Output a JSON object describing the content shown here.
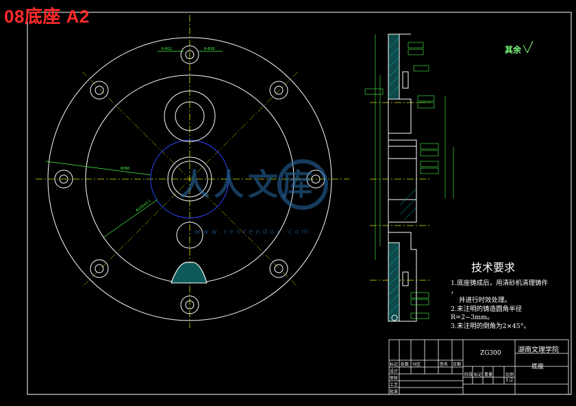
{
  "drawing": {
    "title_label": "08底座 A2",
    "roughness_note": "其余",
    "tech_requirements": {
      "title": "技术要求",
      "items": [
        "1.底座铸成后，用清砂机清理铸件",
        "，",
        "并进行时效处理。",
        "2.未注明的铸造圆角半径",
        "R=2~3mm。",
        "3.未注明的倒角为2×45°。"
      ]
    },
    "title_block": {
      "material": "ZG300",
      "school": "湖南文理学院",
      "part_name": "底座",
      "scale": "1:2",
      "headers_row1": [
        "标记",
        "处数",
        "分区",
        "",
        "签名",
        "日期"
      ],
      "row_labels": [
        "设计",
        "审核",
        "工艺",
        "批准"
      ],
      "stage_labels": [
        "阶段",
        "标记",
        "重量",
        "比例"
      ]
    },
    "watermark": {
      "main": "人人文库",
      "sub": "www.renrendoc.com"
    }
  }
}
